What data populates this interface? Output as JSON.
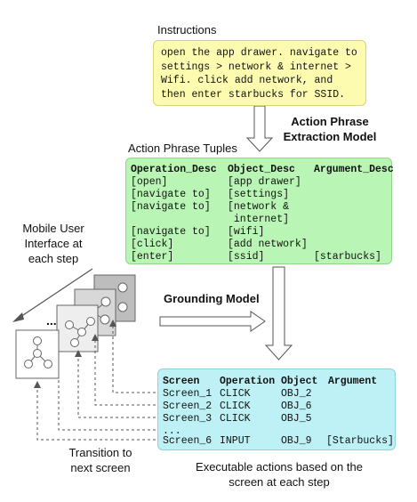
{
  "instructions": {
    "label": "Instructions",
    "text": "open the app drawer. navigate to\nsettings > network & internet >\nWifi. click add network, and\nthen enter starbucks for SSID."
  },
  "extraction_model": {
    "line1": "Action Phrase",
    "line2": "Extraction Model"
  },
  "tuples": {
    "label": "Action Phrase Tuples",
    "headers": [
      "Operation_Desc",
      "Object_Desc",
      "Argument_Desc"
    ],
    "operations": [
      "[open]",
      "[navigate to]",
      "[navigate to]",
      "",
      "[navigate to]",
      "[click]",
      "[enter]"
    ],
    "objects": [
      "[app drawer]",
      "[settings]",
      "[network &",
      " internet]",
      "[wifi]",
      "[add network]",
      "[ssid]"
    ],
    "arguments": [
      "",
      "",
      "",
      "",
      "",
      "",
      "[starbucks]"
    ]
  },
  "mobile_ui_label": {
    "line1": "Mobile User",
    "line2": "Interface at",
    "line3": "each step"
  },
  "ellipsis": "...",
  "grounding_model": "Grounding Model",
  "results": {
    "headers": [
      "Screen",
      "Operation",
      "Object",
      "Argument"
    ],
    "screens": [
      "Screen_1",
      "Screen_2",
      "Screen_3",
      "...",
      "Screen_6"
    ],
    "operations": [
      "CLICK",
      "CLICK",
      "CLICK",
      "",
      "INPUT"
    ],
    "objects": [
      "OBJ_2",
      "OBJ_6",
      "OBJ_5",
      "",
      "OBJ_9"
    ],
    "arguments": [
      "",
      "",
      "",
      "",
      "[Starbucks]"
    ]
  },
  "transition_label": {
    "line1": "Transition to",
    "line2": "next screen"
  },
  "executable_caption": {
    "line1": "Executable actions based on the",
    "line2": "screen at each step"
  }
}
